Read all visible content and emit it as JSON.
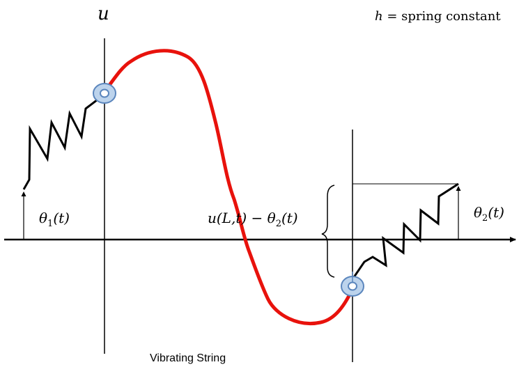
{
  "labels": {
    "u_axis": "u",
    "spring_var": "h",
    "spring_rest": " = spring constant",
    "theta1_base": "θ",
    "theta1_sub": "1",
    "theta1_arg": "(t)",
    "uL_prefix": "u(L,t) − θ",
    "uL_sub": "2",
    "uL_arg": "(t)",
    "theta2_base": "θ",
    "theta2_sub": "2",
    "theta2_arg": "(t)",
    "caption": "Vibrating String"
  },
  "colors": {
    "string": "#e8120c",
    "axis": "#000000",
    "ring_fill": "#bcd3ec",
    "ring_stroke": "#5b86bd"
  }
}
